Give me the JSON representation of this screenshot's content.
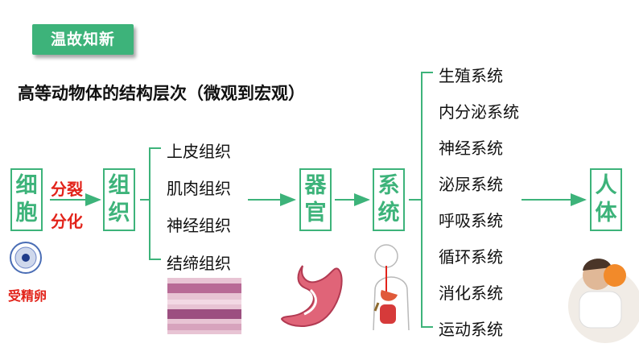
{
  "badge": "温故知新",
  "title": "高等动物体的结构层次（微观到宏观）",
  "cell": {
    "line1": "细",
    "line2": "胞"
  },
  "process": {
    "divide": "分裂",
    "differentiate": "分化"
  },
  "tissue": {
    "line1": "组",
    "line2": "织"
  },
  "tissues": [
    "上皮组织",
    "肌肉组织",
    "神经组织",
    "结缔组织"
  ],
  "organ": {
    "line1": "器",
    "line2": "官"
  },
  "system": {
    "line1": "系",
    "line2": "统"
  },
  "systems": [
    "生殖系统",
    "内分泌系统",
    "神经系统",
    "泌尿系统",
    "呼吸系统",
    "循环系统",
    "消化系统",
    "运动系统"
  ],
  "human": {
    "line1": "人",
    "line2": "体"
  },
  "egg_label": "受精卵",
  "colors": {
    "accent": "#3db37a",
    "red": "#e2231a",
    "text": "#111111"
  },
  "icons": [
    "egg-cell-icon",
    "tissue-micrograph-image",
    "stomach-image",
    "digestive-system-image",
    "baby-photo-image"
  ]
}
